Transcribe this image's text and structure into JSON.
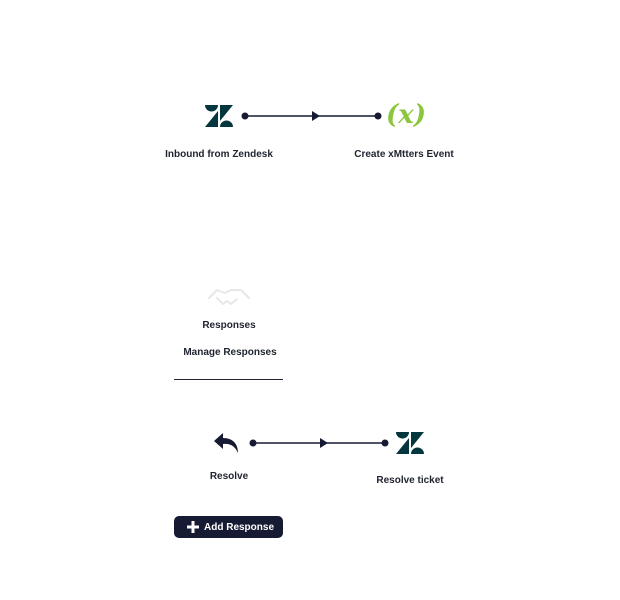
{
  "flow_top": {
    "source": {
      "icon": "zendesk-logo-icon",
      "label": "Inbound from Zendesk"
    },
    "target": {
      "icon": "xmatters-function-icon",
      "label": "Create xMtters Event",
      "icon_text": "(x)"
    }
  },
  "responses": {
    "icon": "handshake-icon",
    "title": "Responses",
    "manage_link": "Manage Responses"
  },
  "flow_bottom": {
    "source": {
      "icon": "reply-arrow-icon",
      "label": "Resolve"
    },
    "target": {
      "icon": "zendesk-logo-icon",
      "label": "Resolve ticket"
    }
  },
  "add_button": {
    "icon": "plus-icon",
    "label": "Add Response"
  },
  "colors": {
    "navy": "#161a33",
    "zendesk": "#03363d",
    "xmatters_green": "#8cc63f"
  }
}
